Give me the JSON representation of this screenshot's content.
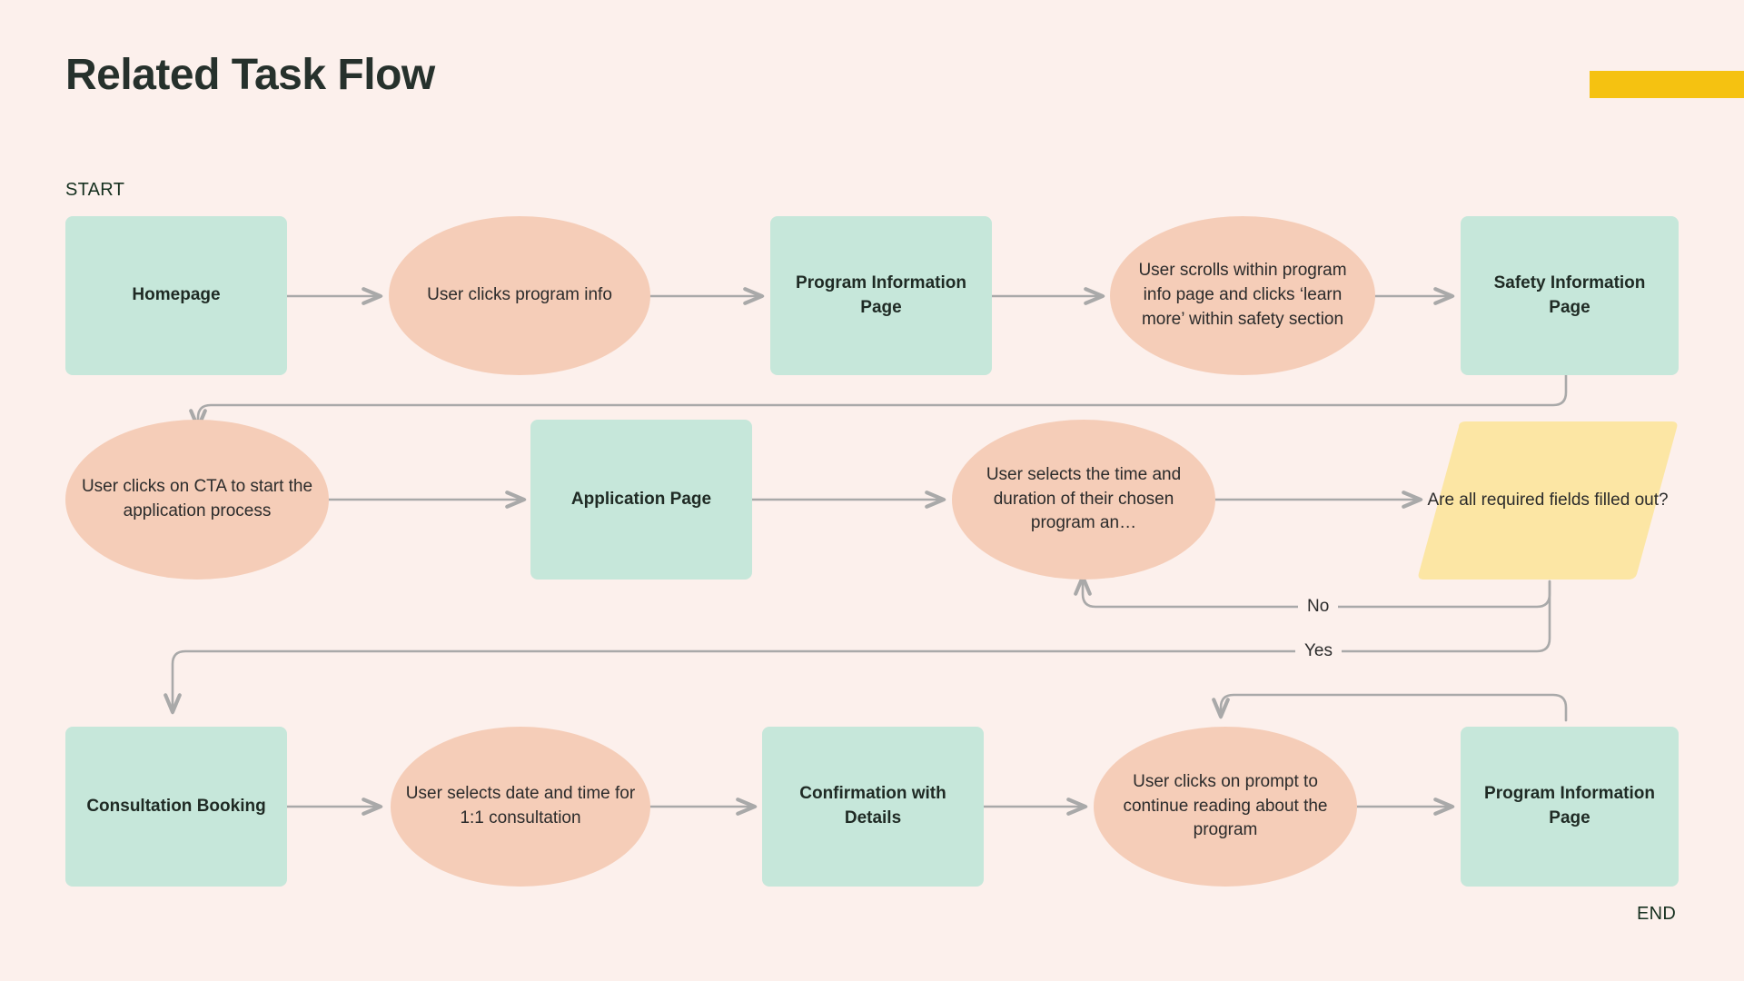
{
  "page": {
    "title": "Related Task Flow",
    "background_color": "#FCF0EC",
    "accent_bar_color": "#F5C211",
    "start_label": "START",
    "end_label": "END"
  },
  "palette": {
    "screen_node": "#C6E7DA",
    "action_node": "#F5CDB8",
    "decision_node": "#FCE6A4",
    "connector": "#A9A9A9",
    "text": "#2B2B2B",
    "heading": "#26312C",
    "marker": "#16301F"
  },
  "chart_data": {
    "type": "diagram",
    "title": "Related Task Flow",
    "nodes": [
      {
        "id": "n1",
        "label": "Homepage",
        "shape": "rect",
        "row": 1,
        "color": "#C6E7DA"
      },
      {
        "id": "n2",
        "label": "User clicks program info",
        "shape": "ellipse",
        "row": 1,
        "color": "#F5CDB8"
      },
      {
        "id": "n3",
        "label": "Program Information Page",
        "shape": "rect",
        "row": 1,
        "color": "#C6E7DA"
      },
      {
        "id": "n4",
        "label": "User scrolls within program info page and clicks ‘learn more’ within safety section",
        "shape": "ellipse",
        "row": 1,
        "color": "#F5CDB8"
      },
      {
        "id": "n5",
        "label": "Safety Information Page",
        "shape": "rect",
        "row": 1,
        "color": "#C6E7DA"
      },
      {
        "id": "n6",
        "label": "User clicks on CTA to start the application process",
        "shape": "ellipse",
        "row": 2,
        "color": "#F5CDB8"
      },
      {
        "id": "n7",
        "label": "Application Page",
        "shape": "rect",
        "row": 2,
        "color": "#C6E7DA"
      },
      {
        "id": "n8",
        "label": "User selects the time and duration of their chosen program an…",
        "shape": "ellipse",
        "row": 2,
        "color": "#F5CDB8"
      },
      {
        "id": "n9",
        "label": "Are all required fields filled out?",
        "shape": "parallelogram",
        "row": 2,
        "color": "#FCE6A4"
      },
      {
        "id": "n10",
        "label": "Consultation Booking",
        "shape": "rect",
        "row": 3,
        "color": "#C6E7DA"
      },
      {
        "id": "n11",
        "label": "User selects date and time for 1:1 consultation",
        "shape": "ellipse",
        "row": 3,
        "color": "#F5CDB8"
      },
      {
        "id": "n12",
        "label": "Confirmation with Details",
        "shape": "rect",
        "row": 3,
        "color": "#C6E7DA"
      },
      {
        "id": "n13",
        "label": "User clicks on prompt to continue reading about the program",
        "shape": "ellipse",
        "row": 3,
        "color": "#F5CDB8"
      },
      {
        "id": "n14",
        "label": "Program Information Page",
        "shape": "rect",
        "row": 3,
        "color": "#C6E7DA"
      }
    ],
    "edges": [
      {
        "from": "n1",
        "to": "n2",
        "label": ""
      },
      {
        "from": "n2",
        "to": "n3",
        "label": ""
      },
      {
        "from": "n3",
        "to": "n4",
        "label": ""
      },
      {
        "from": "n4",
        "to": "n5",
        "label": ""
      },
      {
        "from": "n5",
        "to": "n6",
        "label": ""
      },
      {
        "from": "n6",
        "to": "n7",
        "label": ""
      },
      {
        "from": "n7",
        "to": "n8",
        "label": ""
      },
      {
        "from": "n8",
        "to": "n9",
        "label": ""
      },
      {
        "from": "n9",
        "to": "n8",
        "label": "No"
      },
      {
        "from": "n9",
        "to": "n10",
        "label": "Yes"
      },
      {
        "from": "n10",
        "to": "n11",
        "label": ""
      },
      {
        "from": "n11",
        "to": "n12",
        "label": ""
      },
      {
        "from": "n12",
        "to": "n13",
        "label": ""
      },
      {
        "from": "n13",
        "to": "n14",
        "label": ""
      },
      {
        "from": "n14",
        "to": "n13",
        "label": ""
      }
    ],
    "edge_labels": {
      "no": "No",
      "yes": "Yes"
    }
  }
}
